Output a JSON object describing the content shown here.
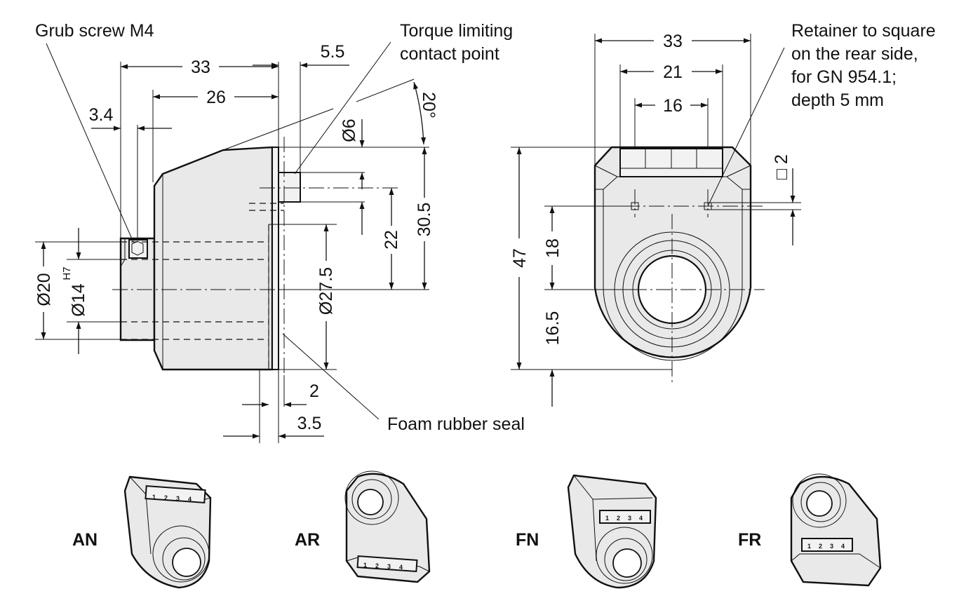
{
  "colors": {
    "line": "#111111",
    "body_fill": "#e9e9e9",
    "background": "#ffffff"
  },
  "side_view": {
    "callouts": {
      "grub_screw": "Grub screw M4",
      "torque_line1": "Torque limiting",
      "torque_line2": "contact point",
      "foam_seal": "Foam rubber seal"
    },
    "dims": {
      "d33": "33",
      "d26": "26",
      "d3_4": "3.4",
      "d5_5": "5.5",
      "angle": "20°",
      "dia6": "Ø6",
      "h30_5": "30.5",
      "h22": "22",
      "dia27_5": "Ø27.5",
      "dia20": "Ø20",
      "dia14": "Ø14",
      "dia14_tol": "H7",
      "d2": "2",
      "d3_5": "3.5"
    }
  },
  "front_view": {
    "callout": {
      "line1": "Retainer to square",
      "line2": "on the rear side,",
      "line3": "for GN 954.1;",
      "line4": "depth 5 mm"
    },
    "dims": {
      "w33": "33",
      "w21": "21",
      "w16": "16",
      "h47": "47",
      "h18": "18",
      "h16_5": "16.5",
      "sq2": "□ 2"
    }
  },
  "variants": [
    {
      "code": "AN",
      "digits": [
        "1",
        "2",
        "3",
        "4"
      ]
    },
    {
      "code": "AR",
      "digits": [
        "1",
        "2",
        "3",
        "4"
      ]
    },
    {
      "code": "FN",
      "digits": [
        "1",
        "2",
        "3",
        "4"
      ]
    },
    {
      "code": "FR",
      "digits": [
        "1",
        "2",
        "3",
        "4"
      ]
    }
  ]
}
